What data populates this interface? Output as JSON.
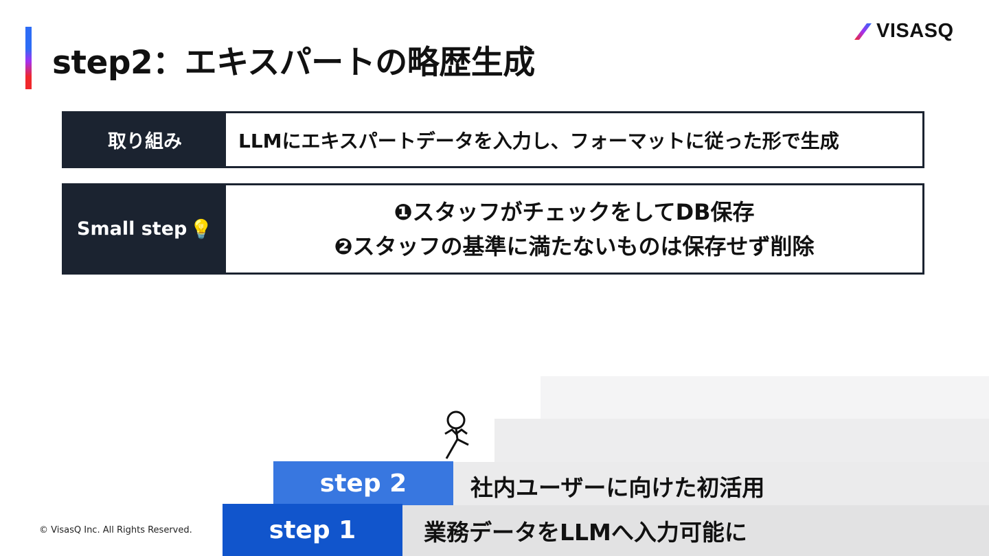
{
  "header": {
    "title": "step2：エキスパートの略歴生成",
    "logo_text": "VISASQ",
    "accent_colors": [
      "#2d6cf5",
      "#a331f2",
      "#f0282c"
    ]
  },
  "rows": {
    "approach": {
      "label": "取り組み",
      "text": "LLMにエキスパートデータを入力し、フォーマットに従った形で生成"
    },
    "small_step": {
      "label": "Small step",
      "label_icon": "💡",
      "line1": "❶スタッフがチェックをしてDB保存",
      "line2": "❷スタッフの基準に満たないものは保存せず削除"
    }
  },
  "stairs": {
    "step2": {
      "label": "step 2",
      "description": "社内ユーザーに向けた初活用",
      "color": "#3877e0"
    },
    "step1": {
      "label": "step 1",
      "description": "業務データをLLMへ入力可能に",
      "color": "#1155cc"
    }
  },
  "footer": {
    "copyright": "© VisasQ Inc. All Rights Reserved."
  }
}
